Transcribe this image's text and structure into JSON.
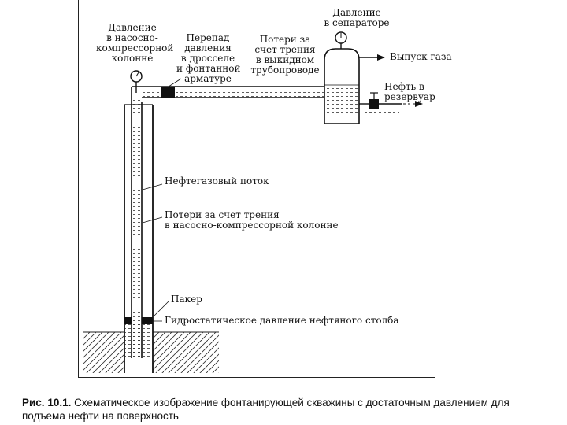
{
  "labels": {
    "tubing_pressure": [
      "Давление",
      "в насосно-",
      "компрессорной",
      "колонне"
    ],
    "choke_drop": [
      "Перепад",
      "давления",
      "в дросселе",
      "и фонтанной",
      "арматуре"
    ],
    "flowline_losses": [
      "Потери за",
      "счет трения",
      "в выкидном",
      "трубопроводе"
    ],
    "separator_pressure": [
      "Давление",
      "в сепараторе"
    ],
    "gas_outlet": "Выпуск газа",
    "oil_to_tank": [
      "Нефть в",
      "резервуар"
    ],
    "multiphase_flow": "Нефтегазовый поток",
    "tubing_losses": [
      "Потери за счет трения",
      "в насосно-компрессорной колонне"
    ],
    "packer": "Пакер",
    "hydrostatic": "Гидростатическое давление нефтяного столба"
  },
  "caption": {
    "number": "Рис. 10.1.",
    "text": " Схематическое изображение фонтанирующей скважины с достаточным давлением для подъема нефти на поверхность"
  }
}
